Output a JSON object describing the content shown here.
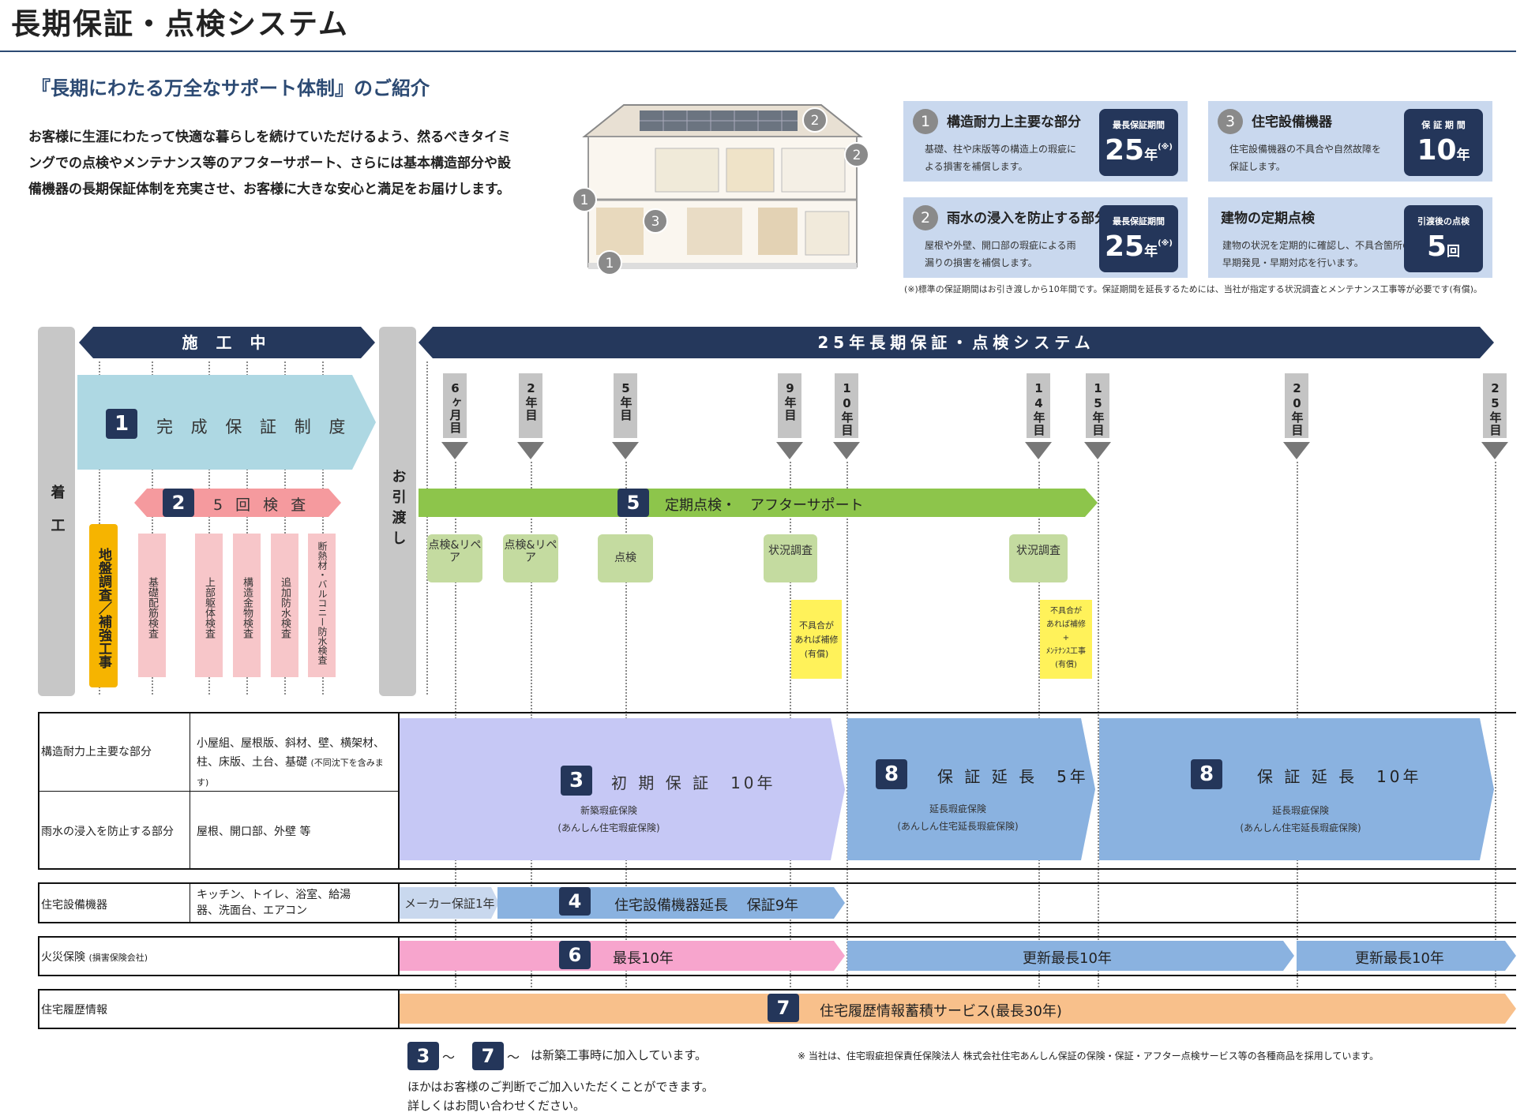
{
  "header": {
    "title": "長期保証・点検システム"
  },
  "intro": {
    "subtitle": "『長期にわたる万全なサポート体制』のご紹介",
    "text": "お客様に生涯にわたって快適な暮らしを続けていただけるよう、然るべきタイミングでの点検やメンテナンス等のアフターサポート、さらには基本構造部分や設備機器の長期保証体制を充実させ、お客様に大きな安心と満足をお届けします。"
  },
  "house_callouts": [
    "2",
    "2",
    "1",
    "3",
    "1"
  ],
  "cards": [
    {
      "num": "1",
      "title": "構造耐力上主要な部分",
      "desc": "基礎、柱や床版等の構造上の瑕疵による損害を補償します。",
      "badge_label": "最長保証期間",
      "badge_value": "25",
      "badge_unit": "年",
      "badge_note": "(※)"
    },
    {
      "num": "3",
      "title": "住宅設備機器",
      "desc": "住宅設備機器の不具合や自然故障を保証します。",
      "badge_label": "保 証 期 間",
      "badge_value": "10",
      "badge_unit": "年",
      "badge_note": ""
    },
    {
      "num": "2",
      "title": "雨水の浸入を防止する部分",
      "desc": "屋根や外壁、開口部の瑕疵による雨漏りの損害を補償します。",
      "badge_label": "最長保証期間",
      "badge_value": "25",
      "badge_unit": "年",
      "badge_note": "(※)"
    },
    {
      "num": "",
      "title": "建物の定期点検",
      "desc": "建物の状況を定期的に確認し、不具合箇所の早期発見・早期対応を行います。",
      "badge_label": "引渡後の点検",
      "badge_value": "5",
      "badge_unit": "回",
      "badge_note": ""
    }
  ],
  "cards_note": "(※)標準の保証期間はお引き渡しから10年間です。保証期間を延長するためには、当社が指定する状況調査とメンテナンス工事等が必要です(有償)。",
  "timeline": {
    "construction_label": "施 工 中",
    "system_label": "25年長期保証・点検システム",
    "start_label": "着工",
    "handover_label": "お引渡し",
    "years": [
      "6ヶ月目",
      "2年目",
      "5年目",
      "9年目",
      "10年目",
      "14年目",
      "15年目",
      "20年目",
      "25年目"
    ],
    "completion": {
      "num": "1",
      "label": "完 成 保 証 制 度"
    },
    "inspection5": {
      "num": "2",
      "label": "5 回 検 査"
    },
    "periodic": {
      "num": "5",
      "label": "定期点検・　アフターサポート"
    },
    "construction_items": [
      "地盤調査／補強工事",
      "基礎配筋検査",
      "上部躯体検査",
      "構造金物検査",
      "追加防水検査",
      "断熱材・バルコニー防水検査"
    ],
    "green_items": [
      "点検&リペア",
      "点検&リペア",
      "点検",
      "状況調査",
      "状況調査"
    ],
    "yellow_items": [
      "不具合が\nあれば補修\n(有償)",
      "不具合が\nあれば補修\n+\nﾒﾝﾃﾅﾝｽ工事\n(有償)"
    ]
  },
  "table": {
    "rows": [
      {
        "label": "構造耐力上主要な部分",
        "detail": "小屋組、屋根版、斜材、壁、横架材、柱、床版、土台、基礎",
        "detail_note": "(不同沈下を含みます)"
      },
      {
        "label": "雨水の浸入を防止する部分",
        "detail": "屋根、開口部、外壁 等",
        "detail_note": ""
      },
      {
        "label": "住宅設備機器",
        "detail": "キッチン、トイレ、浴室、給湯器、洗面台、エアコン",
        "detail_note": ""
      },
      {
        "label": "火災保険",
        "detail": "",
        "detail_note": "(損害保険会社)"
      },
      {
        "label": "住宅履歴情報",
        "detail": "",
        "detail_note": ""
      }
    ],
    "warranty_initial": {
      "num": "3",
      "label": "初 期 保 証　10年",
      "sub1": "新築瑕疵保険",
      "sub2": "(あんしん住宅瑕疵保険)"
    },
    "warranty_ext5": {
      "num": "8",
      "label": "保 証 延 長　5年",
      "sub1": "延長瑕疵保険",
      "sub2": "(あんしん住宅延長瑕疵保険)"
    },
    "warranty_ext10": {
      "num": "8",
      "label": "保 証 延 長　10年",
      "sub1": "延長瑕疵保険",
      "sub2": "(あんしん住宅延長瑕疵保険)"
    },
    "maker": "メーカー保証1年",
    "equipment": {
      "num": "4",
      "label": "住宅設備機器延長　 保証9年"
    },
    "fire": {
      "num": "6",
      "label": "最長10年",
      "renew1": "更新最長10年",
      "renew2": "更新最長10年"
    },
    "history": {
      "num": "7",
      "label": "住宅履歴情報蓄積サービス(最長30年)"
    }
  },
  "footer": {
    "n1": "3",
    "n2": "7",
    "tilde": "〜",
    "line1": "は新築工事時に加入しています。",
    "line2": "ほかはお客様のご判断でご加入いただくことができます。",
    "line3": "詳しくはお問い合わせください。",
    "right_note": "※ 当社は、住宅瑕疵担保責任保険法人 株式会社住宅あんしん保証の保険・保証・アフター点検サービス等の各種商品を採用しています。"
  }
}
